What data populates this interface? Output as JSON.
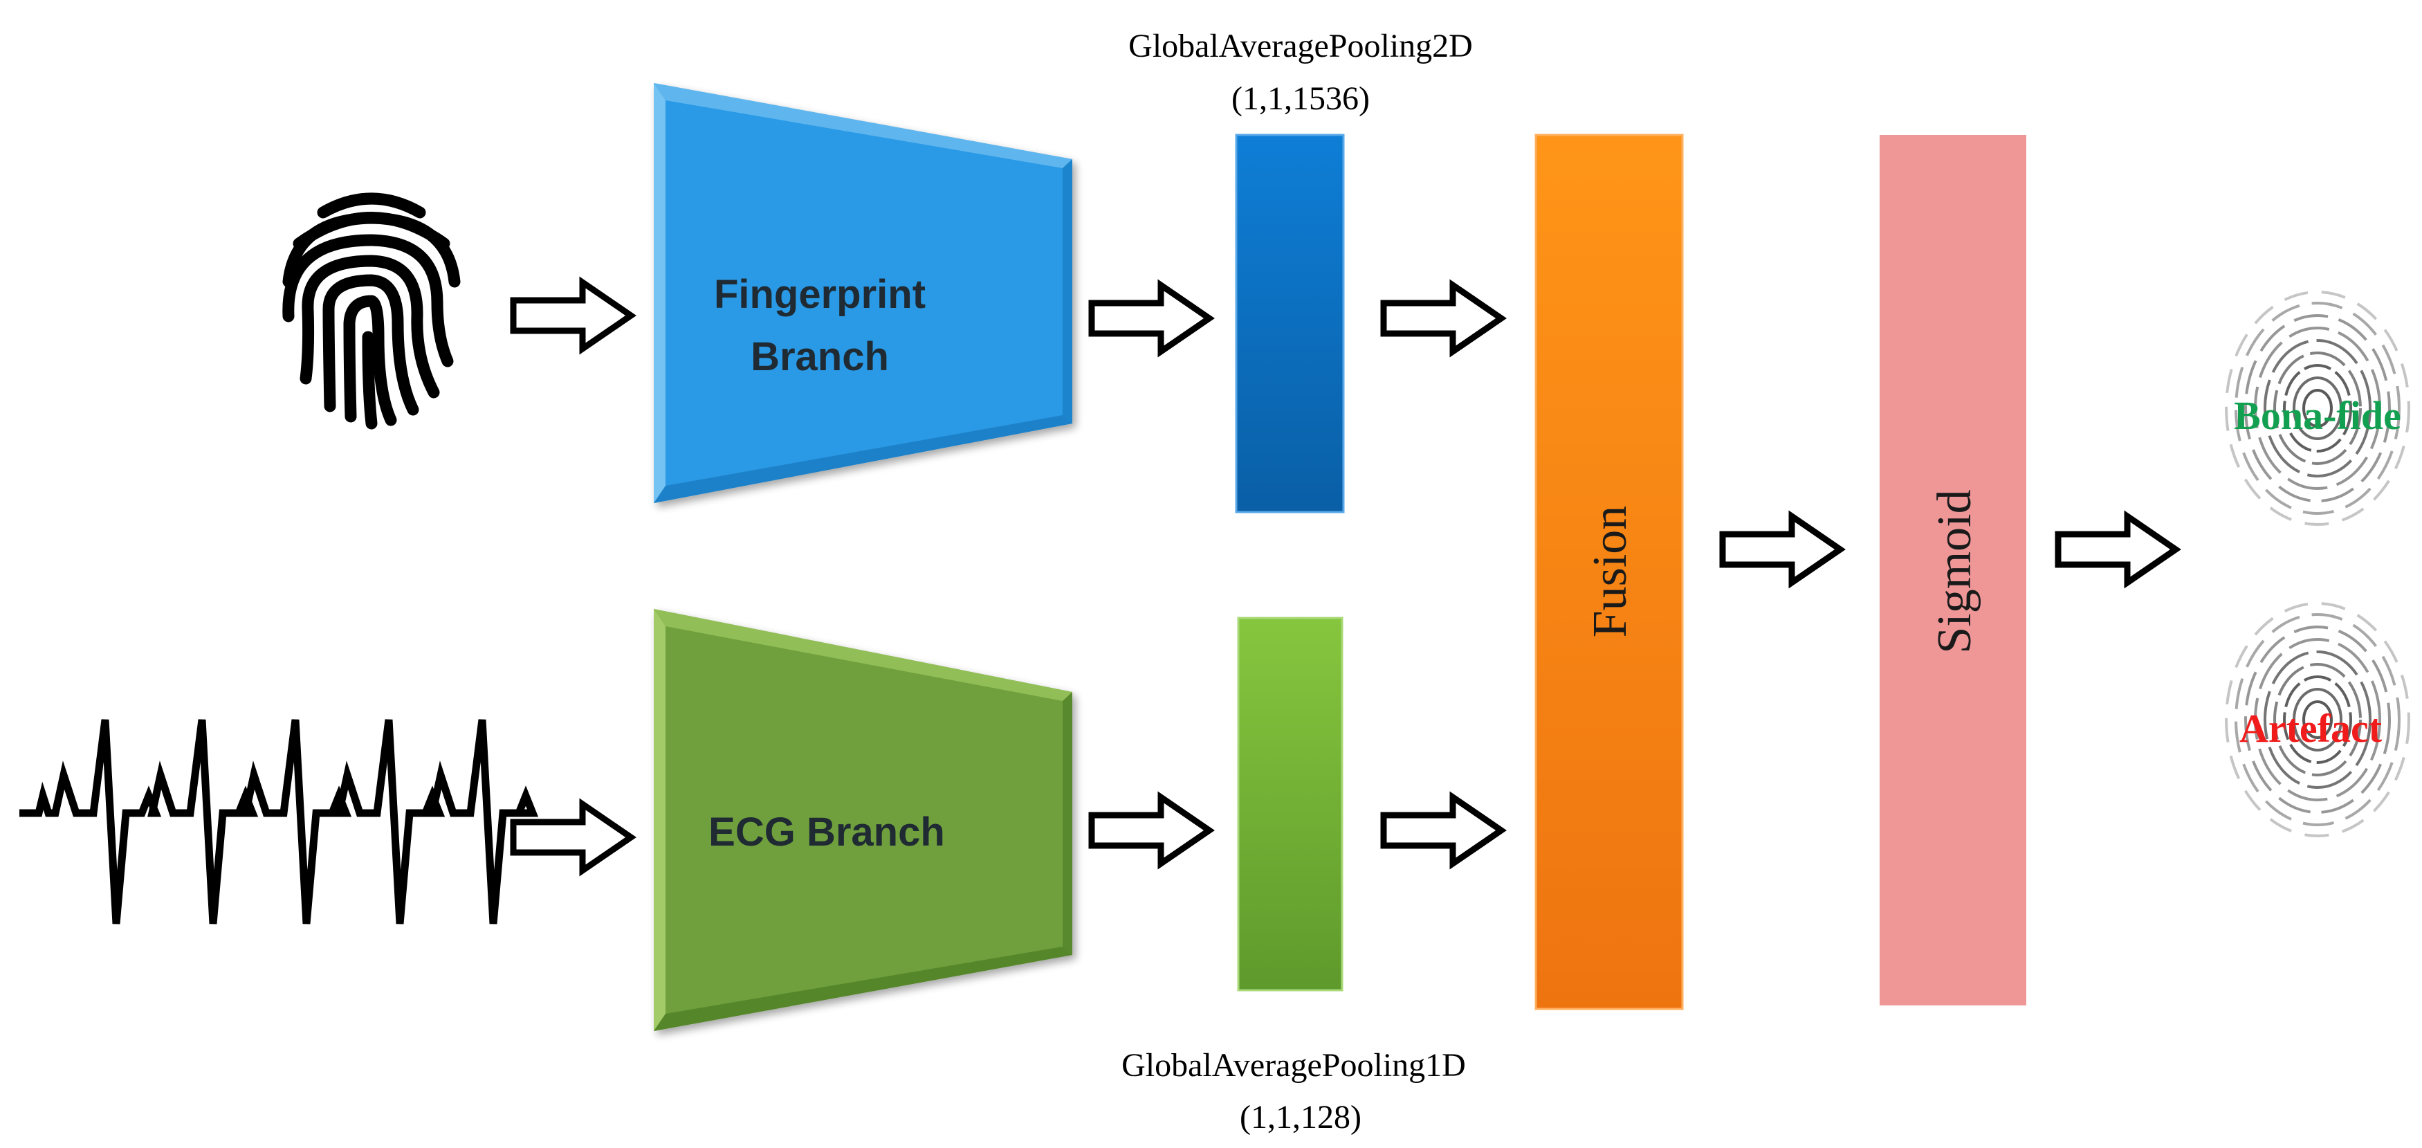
{
  "branches": {
    "fingerprint": {
      "label_line1": "Fingerprint",
      "label_line2": "Branch",
      "color": "#2C9AE6"
    },
    "ecg": {
      "label": "ECG Branch",
      "color": "#6FA03C"
    }
  },
  "pooling": {
    "top": {
      "name": "GlobalAveragePooling2D",
      "shape": "(1,1,1536)",
      "color": "#0C74C8"
    },
    "bottom": {
      "name": "GlobalAveragePooling1D",
      "shape": "(1,1,128)",
      "color": "#7BB83A"
    }
  },
  "fusion": {
    "label": "Fusion",
    "color": "#FA8A14"
  },
  "sigmoid": {
    "label": "Sigmoid",
    "color": "#EF9797"
  },
  "outputs": {
    "bona_fide": {
      "label": "Bona-fide",
      "color": "#12A050"
    },
    "artefact": {
      "label": "Artefact",
      "color": "#F01C1C"
    }
  },
  "icons": {
    "input_top": "fingerprint-icon",
    "input_bottom": "ecg-waveform-icon",
    "output_top": "fingerprint-sample-icon",
    "output_bottom": "fingerprint-sample-icon"
  }
}
